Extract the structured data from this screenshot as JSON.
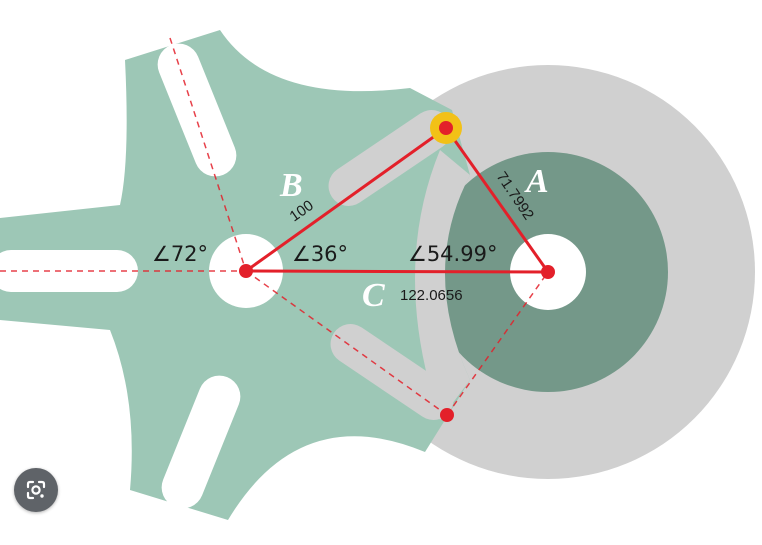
{
  "diagram": {
    "labels": {
      "b": "B",
      "a": "A",
      "c": "C"
    },
    "angles": {
      "wheel_division": "∠72°",
      "at_wheel_center": "∠36°",
      "at_drive_center": "∠54.99°"
    },
    "lengths": {
      "b": "100",
      "a": "71.7992",
      "c": "122.0656"
    },
    "colors": {
      "geneva_wheel": "#9dc7b6",
      "drive_disc": "#d0d0d0",
      "drive_cam": "#749889",
      "construction_line": "#e3202a",
      "pin_highlight": "#f2c117"
    }
  },
  "overlay": {
    "lens_icon": "google-lens-icon"
  }
}
